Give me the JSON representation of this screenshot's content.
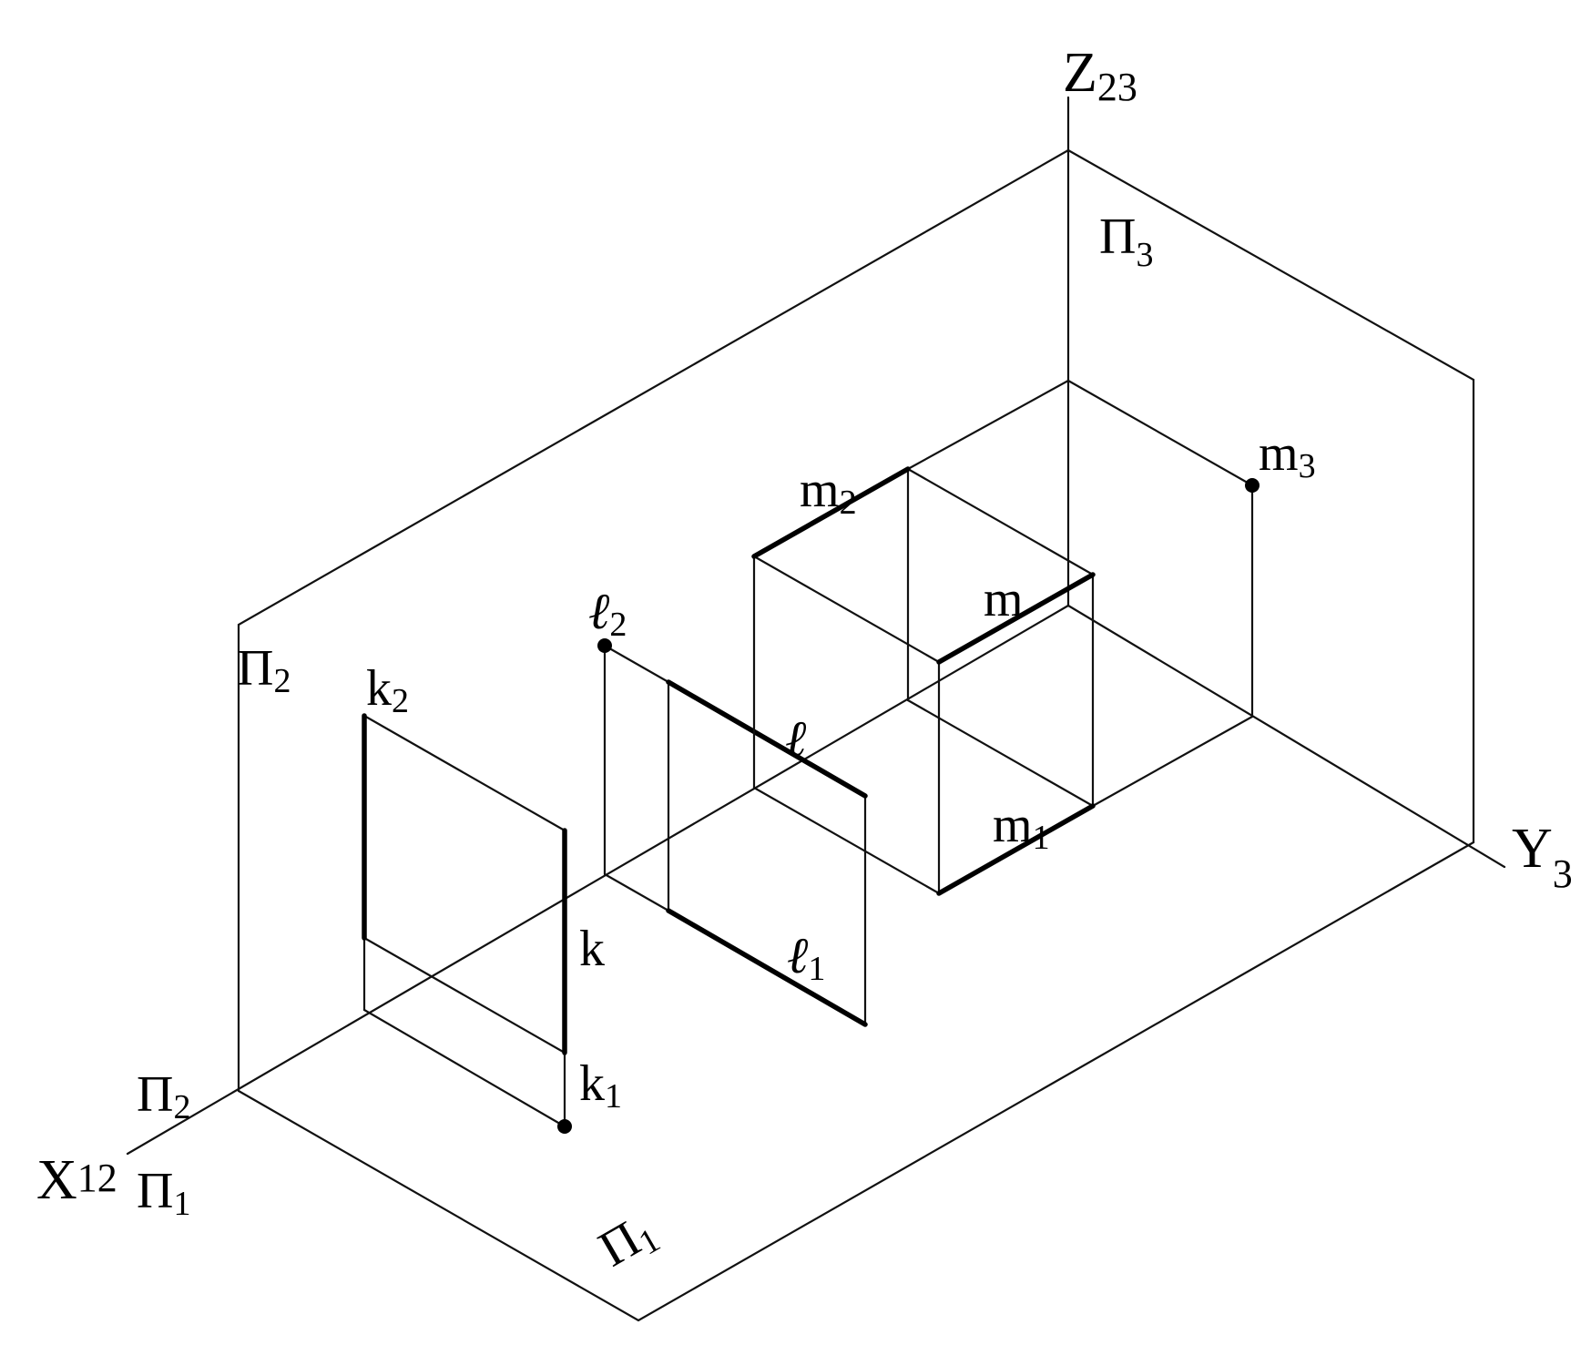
{
  "labels": {
    "z_axis": {
      "main": "Z",
      "sub": "23"
    },
    "y_axis": {
      "main": "Y",
      "sub": "3"
    },
    "x_axis": {
      "main": "X",
      "sub": "12"
    },
    "pi3": {
      "main": "Π",
      "sub": "3"
    },
    "pi2_plane": {
      "main": "Π",
      "sub": "2"
    },
    "pi2_axis": {
      "main": "Π",
      "sub": "2"
    },
    "pi1_axis": {
      "main": "Π",
      "sub": "1"
    },
    "pi1_floor": {
      "main": "Π",
      "sub": "1"
    },
    "k": "k",
    "k1": {
      "main": "k",
      "sub": "1"
    },
    "k2": {
      "main": "k",
      "sub": "2"
    },
    "l": "ℓ",
    "l1": {
      "main": "ℓ",
      "sub": "1"
    },
    "l2": {
      "main": "ℓ",
      "sub": "2"
    },
    "m": "m",
    "m1": {
      "main": "m",
      "sub": "1"
    },
    "m2": {
      "main": "m",
      "sub": "2"
    },
    "m3": {
      "main": "m",
      "sub": "3"
    }
  }
}
